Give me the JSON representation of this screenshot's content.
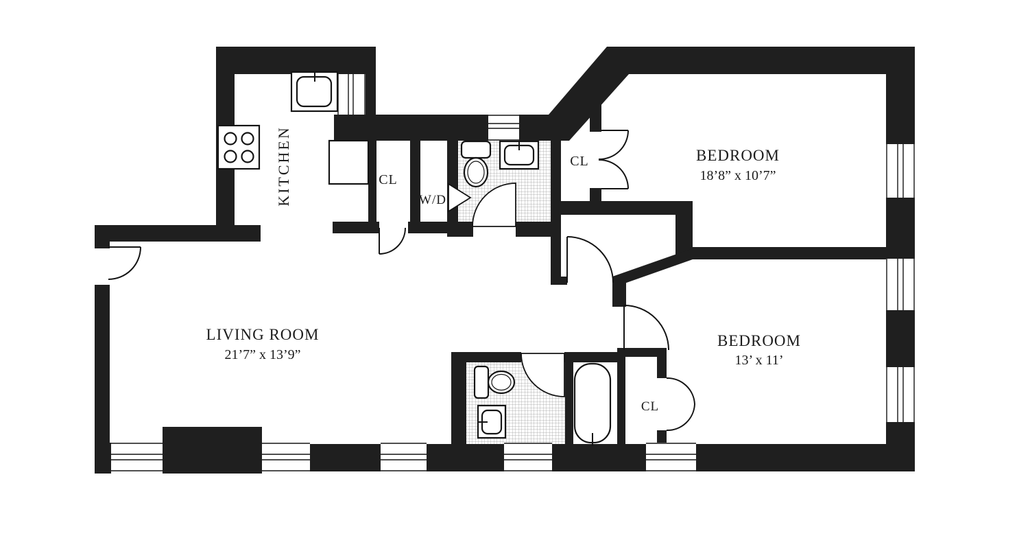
{
  "floor_plan": {
    "type": "apartment-floor-plan",
    "colors": {
      "wall": "#1f1f1f",
      "line": "#141414",
      "text": "#1c1c1c",
      "tile_line": "#9a9a9a",
      "fixture_fill": "#ffffff",
      "background": "#ffffff"
    },
    "rooms": {
      "living_room": {
        "label": "LIVING ROOM",
        "dimensions": "21’7” x 13’9”"
      },
      "kitchen": {
        "label": "KITCHEN"
      },
      "bedroom_1": {
        "label": "BEDROOM",
        "dimensions": "18’8” x 10’7”"
      },
      "bedroom_2": {
        "label": "BEDROOM",
        "dimensions": "13’ x 11’"
      },
      "hall_closet": {
        "label": "CL"
      },
      "bedroom_1_closet": {
        "label": "CL"
      },
      "bedroom_2_closet": {
        "label": "CL"
      },
      "laundry_closet": {
        "label": "W/D"
      }
    },
    "fixtures": [
      "stove-icon",
      "kitchen-sink-icon",
      "refrigerator-icon",
      "toilet-icon",
      "bathroom-sink-icon",
      "bathtub-icon"
    ]
  }
}
